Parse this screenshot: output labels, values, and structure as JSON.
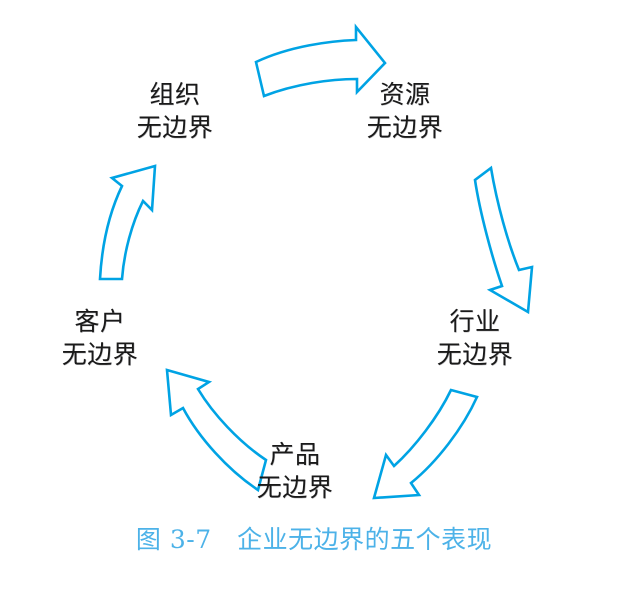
{
  "figure": {
    "caption": "图 3-7　企业无边界的五个表现",
    "caption_color": "#4cb2e8",
    "arrow_color": "#00a3e4",
    "label_color": "#1a1a1a",
    "background": "#ffffff"
  },
  "nodes": [
    {
      "id": "organization",
      "line1": "组织",
      "line2": "无边界",
      "position": "top-left"
    },
    {
      "id": "resource",
      "line1": "资源",
      "line2": "无边界",
      "position": "top-right"
    },
    {
      "id": "industry",
      "line1": "行业",
      "line2": "无边界",
      "position": "right"
    },
    {
      "id": "product",
      "line1": "产品",
      "line2": "无边界",
      "position": "bottom"
    },
    {
      "id": "customer",
      "line1": "客户",
      "line2": "无边界",
      "position": "left"
    }
  ],
  "arrows": [
    {
      "id": "organization-to-resource",
      "from": "组织无边界",
      "to": "资源无边界",
      "direction": "right"
    },
    {
      "id": "resource-to-industry",
      "from": "资源无边界",
      "to": "行业无边界",
      "direction": "down"
    },
    {
      "id": "industry-to-product",
      "from": "行业无边界",
      "to": "产品无边界",
      "direction": "down-left"
    },
    {
      "id": "product-to-customer",
      "from": "产品无边界",
      "to": "客户无边界",
      "direction": "up-left"
    },
    {
      "id": "customer-to-organization",
      "from": "客户无边界",
      "to": "组织无边界",
      "direction": "up"
    }
  ],
  "chart_data": {
    "type": "diagram",
    "diagram_kind": "cycle",
    "title": "图 3-7　企业无边界的五个表现",
    "flow": "clockwise",
    "nodes": [
      "组织无边界",
      "资源无边界",
      "行业无边界",
      "产品无边界",
      "客户无边界"
    ],
    "edges": [
      [
        "组织无边界",
        "资源无边界"
      ],
      [
        "资源无边界",
        "行业无边界"
      ],
      [
        "行业无边界",
        "产品无边界"
      ],
      [
        "产品无边界",
        "客户无边界"
      ],
      [
        "客户无边界",
        "组织无边界"
      ]
    ]
  }
}
